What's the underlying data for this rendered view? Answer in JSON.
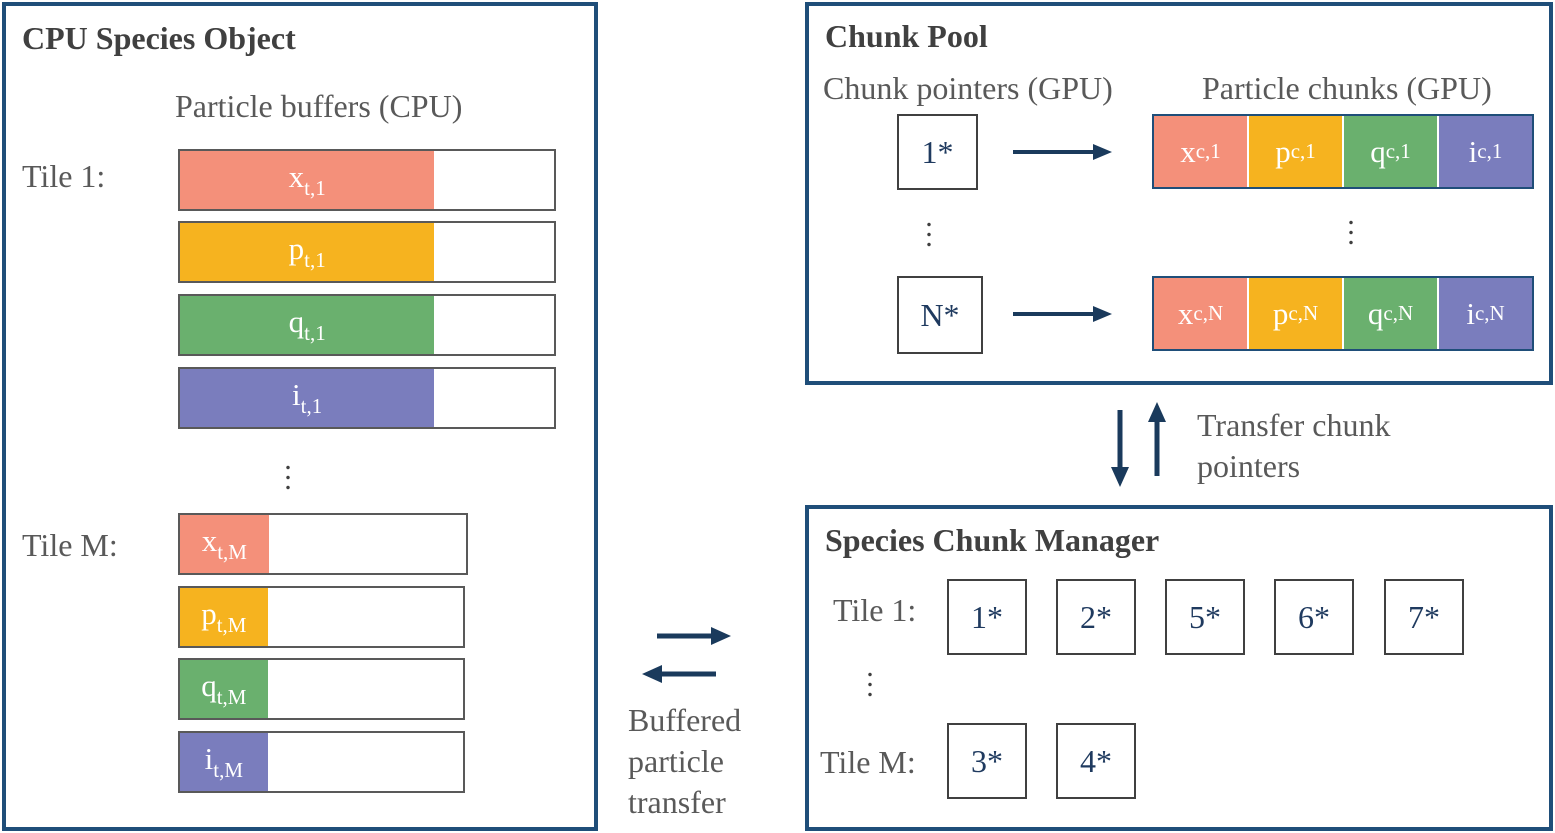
{
  "cpu_panel": {
    "title": "CPU Species Object",
    "buffers_header": "Particle buffers (CPU)",
    "tile_first_label": "Tile 1:",
    "tile_last_label": "Tile M:",
    "tile_first": [
      {
        "name": "x",
        "sub": "t,1",
        "color": "#f4907a",
        "fill_percent": 68
      },
      {
        "name": "p",
        "sub": "t,1",
        "color": "#f6b31f",
        "fill_percent": 68
      },
      {
        "name": "q",
        "sub": "t,1",
        "color": "#6ab06e",
        "fill_percent": 68
      },
      {
        "name": "i",
        "sub": "t,1",
        "color": "#7a7dbd",
        "fill_percent": 68
      }
    ],
    "tile_last": [
      {
        "name": "x",
        "sub": "t,M",
        "color": "#f4907a",
        "fill_percent": 31
      },
      {
        "name": "p",
        "sub": "t,M",
        "color": "#f6b31f",
        "fill_percent": 31
      },
      {
        "name": "q",
        "sub": "t,M",
        "color": "#6ab06e",
        "fill_percent": 31
      },
      {
        "name": "i",
        "sub": "t,M",
        "color": "#7a7dbd",
        "fill_percent": 31
      }
    ]
  },
  "chunk_pool": {
    "title": "Chunk Pool",
    "pointers_header": "Chunk pointers (GPU)",
    "chunks_header": "Particle chunks (GPU)",
    "first_pointer": "1*",
    "last_pointer": "N*",
    "first_chunk": [
      {
        "name": "x",
        "sub": "c,1"
      },
      {
        "name": "p",
        "sub": "c,1"
      },
      {
        "name": "q",
        "sub": "c,1"
      },
      {
        "name": "i",
        "sub": "c,1"
      }
    ],
    "last_chunk": [
      {
        "name": "x",
        "sub": "c,N"
      },
      {
        "name": "p",
        "sub": "c,N"
      },
      {
        "name": "q",
        "sub": "c,N"
      },
      {
        "name": "i",
        "sub": "c,N"
      }
    ]
  },
  "transfer_pointers_label_line1": "Transfer chunk",
  "transfer_pointers_label_line2": "pointers",
  "buffered_transfer_label": [
    "Buffered",
    "particle",
    "transfer"
  ],
  "chunk_manager": {
    "title": "Species Chunk Manager",
    "tile_first_label": "Tile 1:",
    "tile_last_label": "Tile M:",
    "tile_first_pointers": [
      "1*",
      "2*",
      "5*",
      "6*",
      "7*"
    ],
    "tile_last_pointers": [
      "3*",
      "4*"
    ]
  },
  "colors": {
    "border": "#1f4e79",
    "arrow": "#1a3a5c",
    "x": "#f4907a",
    "p": "#f6b31f",
    "q": "#6ab06e",
    "i": "#7a7dbd"
  }
}
